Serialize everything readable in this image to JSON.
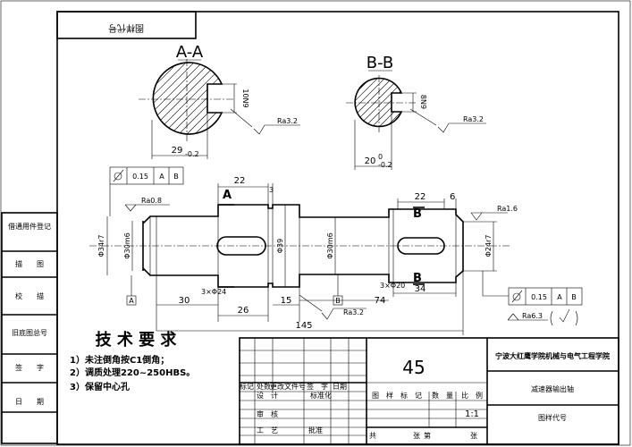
{
  "drawing": {
    "top_left_box": "图样代号",
    "sections": {
      "aa": {
        "title": "A-A",
        "keyway_depth": "10N9",
        "roughness": "Ra3.2",
        "dim_main": "29",
        "dim_tol": "-0.2",
        "dim_tol_top": ""
      },
      "bb": {
        "title": "B-B",
        "keyway_depth": "8N9",
        "roughness": "Ra3.2",
        "dim_main": "20",
        "dim_tol": "-0.2",
        "dim_tol_top": "0"
      }
    },
    "shaft": {
      "tol_frame_left": {
        "value": "0.15",
        "ref1": "A",
        "ref2": "B"
      },
      "tol_frame_right": {
        "value": "0.15",
        "ref1": "A",
        "ref2": "B"
      },
      "ra_left": "Ra0.8",
      "ra_right": "Ra1.6",
      "ra_bottom": "Ra3.2",
      "ra_general": "Ra6.3",
      "datum_a": "A",
      "datum_b": "B",
      "section_a_label": "A",
      "section_b_label": "B",
      "diameters": {
        "d1": "Φ34r7",
        "d2": "Φ30m6",
        "d3": "Φ39",
        "d4": "Φ30m6",
        "d5": "Φ24r7"
      },
      "dims": {
        "key_a_len": "22",
        "key_a_off": "3",
        "key_b_len": "22",
        "key_b_off": "6",
        "len_30": "30",
        "chamfer_a": "3×Φ24",
        "len_26": "26",
        "len_15": "15",
        "len_74": "74",
        "chamfer_b": "3×Φ20",
        "len_34": "34",
        "total": "145"
      }
    },
    "side_cells": [
      "借通用件登记",
      "描　　图",
      "校　　描",
      "旧底图总号",
      "签　　字",
      "日　　期"
    ],
    "tech": {
      "title": "技 术 要 求",
      "items": [
        "1）未注倒角按C1倒角；",
        "2）调质处理220~250HBS。",
        "3）保留中心孔"
      ]
    },
    "title_block": {
      "school": "宁波大红鹰学院机械与电气工程学院",
      "part_name": "减速器输出轴",
      "drawing_code": "图样代号",
      "material": "45",
      "scale": "1:1",
      "row_headers": [
        "标记",
        "处数",
        "更改文件号",
        "签　字",
        "日期"
      ],
      "role_design": "设　计",
      "role_std": "标准化",
      "role_check": "审　核",
      "role_process": "工　艺",
      "approve": "批准",
      "col_labels": [
        "图　样　标　记",
        "数　量",
        "比　例"
      ],
      "sheet_total": "共",
      "sheet_num": "第",
      "sheet_unit1": "张",
      "sheet_unit2": "张"
    }
  }
}
